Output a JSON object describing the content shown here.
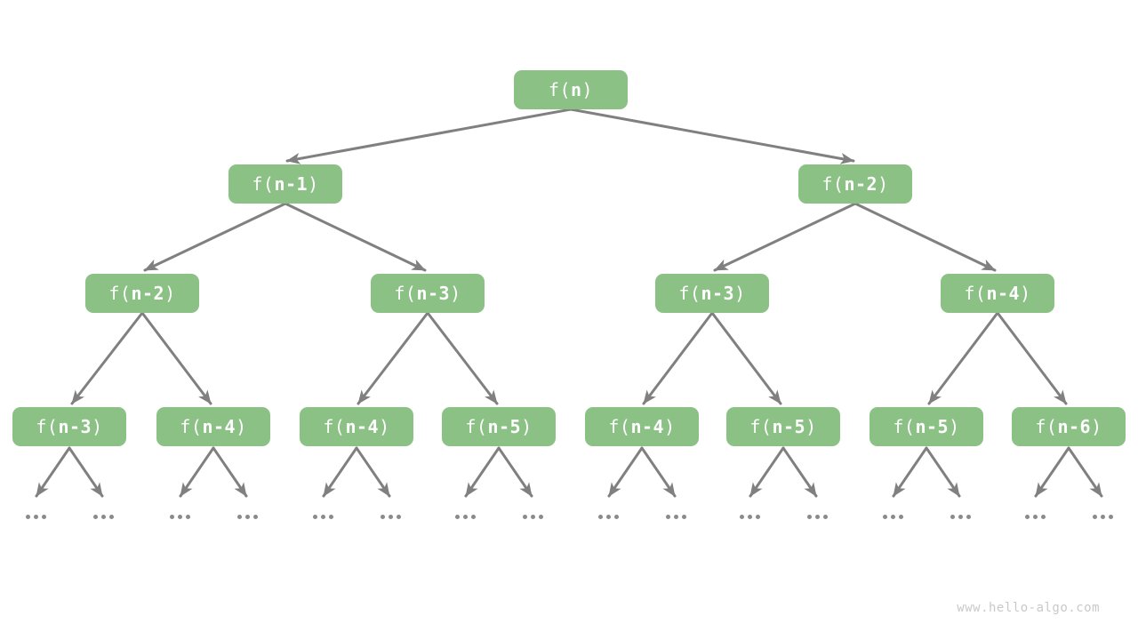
{
  "diagram": {
    "watermark": "www.hello-algo.com",
    "ellipsis": "...",
    "colors": {
      "node_fill": "#8CC186",
      "node_text": "#FFFFFF",
      "edge": "#808080",
      "dots": "#8A8A8A",
      "watermark": "#C9C9C9"
    },
    "tree": {
      "levels": [
        {
          "nodes": [
            {
              "prefix": "f(",
              "arg": "n",
              "suffix": ")"
            }
          ]
        },
        {
          "nodes": [
            {
              "prefix": "f(",
              "arg": "n-1",
              "suffix": ")"
            },
            {
              "prefix": "f(",
              "arg": "n-2",
              "suffix": ")"
            }
          ]
        },
        {
          "nodes": [
            {
              "prefix": "f(",
              "arg": "n-2",
              "suffix": ")"
            },
            {
              "prefix": "f(",
              "arg": "n-3",
              "suffix": ")"
            },
            {
              "prefix": "f(",
              "arg": "n-3",
              "suffix": ")"
            },
            {
              "prefix": "f(",
              "arg": "n-4",
              "suffix": ")"
            }
          ]
        },
        {
          "nodes": [
            {
              "prefix": "f(",
              "arg": "n-3",
              "suffix": ")"
            },
            {
              "prefix": "f(",
              "arg": "n-4",
              "suffix": ")"
            },
            {
              "prefix": "f(",
              "arg": "n-4",
              "suffix": ")"
            },
            {
              "prefix": "f(",
              "arg": "n-5",
              "suffix": ")"
            },
            {
              "prefix": "f(",
              "arg": "n-4",
              "suffix": ")"
            },
            {
              "prefix": "f(",
              "arg": "n-5",
              "suffix": ")"
            },
            {
              "prefix": "f(",
              "arg": "n-5",
              "suffix": ")"
            },
            {
              "prefix": "f(",
              "arg": "n-6",
              "suffix": ")"
            }
          ]
        }
      ]
    }
  }
}
